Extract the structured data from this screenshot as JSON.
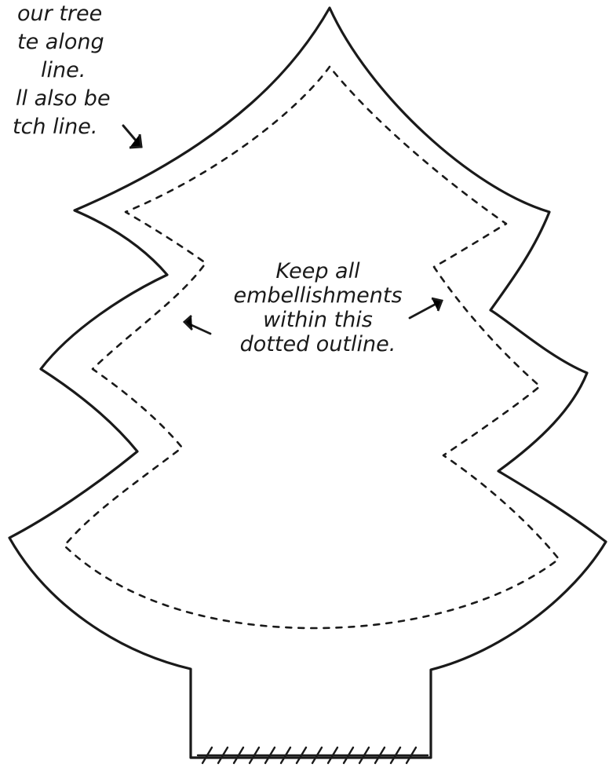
{
  "corner_note": {
    "lines": [
      "our tree",
      "te along",
      "line.",
      "ll also be",
      "tch line."
    ]
  },
  "center_note": {
    "lines": [
      "Keep all",
      "embellishments",
      "within this",
      "dotted outline."
    ]
  },
  "colors": {
    "ink": "#1a1a1a",
    "background": "#ffffff"
  }
}
